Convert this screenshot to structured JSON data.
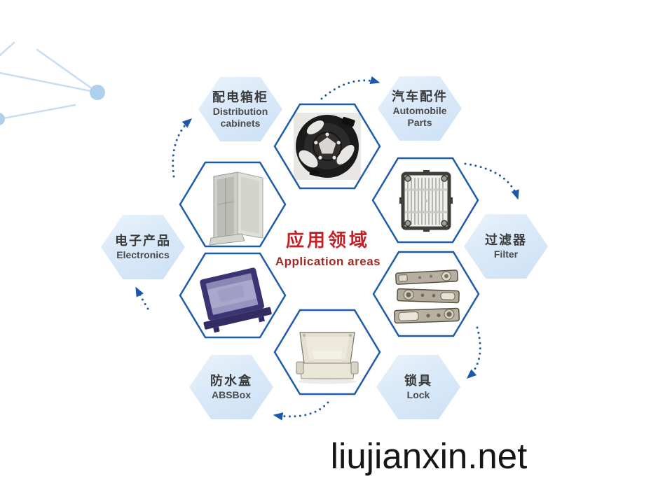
{
  "page": {
    "background": "#ffffff"
  },
  "center": {
    "title_zh": "应用领域",
    "subtitle_en": "Application areas"
  },
  "watermark": {
    "text": "liujianxin.net"
  },
  "colors": {
    "hex_border": "#1e5ba9",
    "arrow": "#1b58a8",
    "hex_fill_top": "#eaf3fb",
    "hex_fill_bottom": "#cde1f5",
    "center_title": "#c32027",
    "center_subtitle": "#9e2a23",
    "watermark_text": "#161616",
    "decoration_line": "#c8ddf1",
    "decoration_dot": "#aed0ec"
  },
  "nodes": {
    "distribution": {
      "zh": "配电箱柜",
      "en1": "Distribution",
      "en2": "cabinets"
    },
    "automobile": {
      "zh": "汽车配件",
      "en1": "Automobile",
      "en2": "Parts"
    },
    "filter": {
      "zh": "过滤器",
      "en1": "Filter"
    },
    "lock": {
      "zh": "锁具",
      "en1": "Lock"
    },
    "absbox": {
      "zh": "防水盒",
      "en1": "ABSBox"
    },
    "electronics": {
      "zh": "电子产品",
      "en1": "Electronics"
    }
  },
  "photos": {
    "brake_plate": "brake-backing-plate-photo",
    "cabinet": "distribution-cabinet-photo",
    "filter_grid": "filter-grid-photo",
    "metal_parts": "cast-metal-lock-plates-photo",
    "purple_box": "purple-enclosure-box-photo",
    "white_box": "white-abs-waterproof-box-photo"
  }
}
